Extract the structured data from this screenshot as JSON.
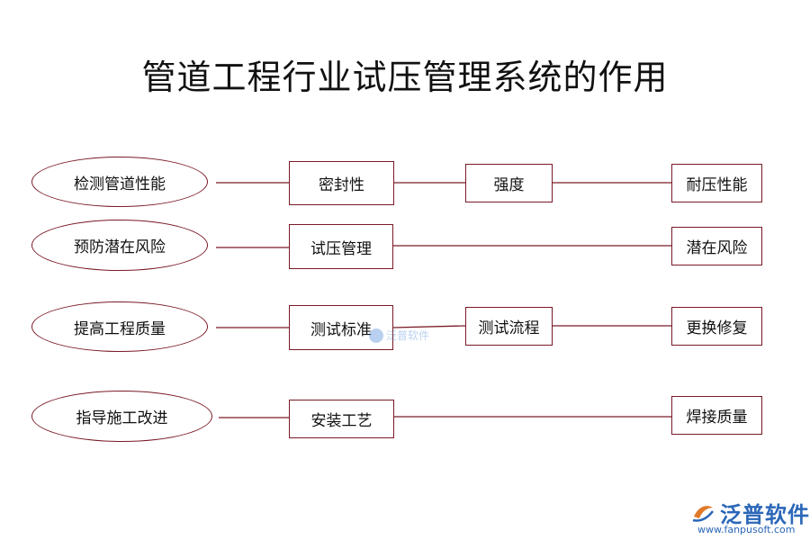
{
  "title": "管道工程行业试压管理系统的作用",
  "rows": [
    {
      "ellipse": "检测管道性能",
      "boxes": [
        "密封性",
        "强度",
        "耐压性能"
      ]
    },
    {
      "ellipse": "预防潜在风险",
      "boxes": [
        "试压管理",
        "潜在风险"
      ]
    },
    {
      "ellipse": "提高工程质量",
      "boxes": [
        "测试标准",
        "测试流程",
        "更换修复"
      ]
    },
    {
      "ellipse": "指导施工改进",
      "boxes": [
        "安装工艺",
        "焊接质量"
      ]
    }
  ],
  "watermark": "泛普软件",
  "brand": {
    "name": "泛普软件",
    "url": "www.fanpusoft.com"
  },
  "colors": {
    "border": "#7a1a26",
    "brand": "#2b67b8"
  }
}
